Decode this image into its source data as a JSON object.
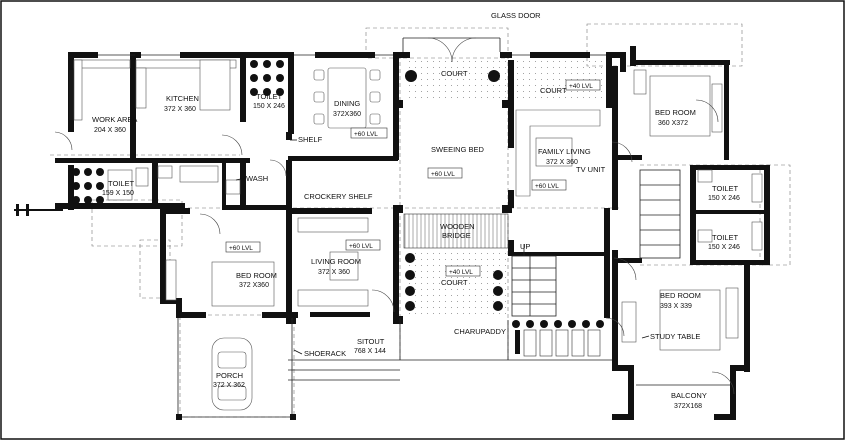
{
  "plan": {
    "labels": {
      "glass_door": "GLASS DOOR",
      "work_area": "WORK AREA",
      "work_area_dim": "204 X 360",
      "kitchen": "KITCHEN",
      "kitchen_dim": "372 X 360",
      "toilet_top": "TOILET",
      "toilet_top_dim": "150 X 246",
      "dining": "DINING",
      "dining_dim": "372X360",
      "court_top": "COURT",
      "court_right": "COURT",
      "bedroom_tr": "BED ROOM",
      "bedroom_tr_dim": "360 X372",
      "shelf": "SHELF",
      "sweeing_bed": "SWEEING BED",
      "family_living": "FAMILY LIVING",
      "family_living_dim": "372 X 360",
      "tv_unit": "TV UNIT",
      "toilet_left": "TOILET",
      "toilet_left_dim": "159 X 150",
      "wash": "WASH",
      "crockery_shelf": "CROCKERY SHELF",
      "toilet_r1": "TOILET",
      "toilet_r1_dim": "150 X 246",
      "toilet_r2": "TOILET",
      "toilet_r2_dim": "150 X 246",
      "wooden_bridge_1": "WOODEN",
      "wooden_bridge_2": "BRIDGE",
      "up": "UP",
      "bedroom_l": "BED ROOM",
      "bedroom_l_dim": "372 X360",
      "living_room": "LIVING ROOM",
      "living_room_dim": "372 X 360",
      "court_mid": "COURT",
      "bedroom_br": "BED ROOM",
      "bedroom_br_dim": "393 X 339",
      "study_table": "STUDY TABLE",
      "charupaddy": "CHARUPADDY",
      "sitout": "SITOUT",
      "sitout_dim": "768 X 144",
      "shoerack": "SHOERACK",
      "porch": "PORCH",
      "porch_dim": "372 X 362",
      "balcony": "BALCONY",
      "balcony_dim": "372X168"
    },
    "levels": {
      "lvl_court_right": "+40 LVL",
      "lvl_dining": "+60 LVL",
      "lvl_sweeing": "+60 LVL",
      "lvl_family": "+60 LVL",
      "lvl_bedroom_l": "+60 LVL",
      "lvl_living": "+60 LVL",
      "lvl_court_mid": "+40 LVL"
    }
  }
}
